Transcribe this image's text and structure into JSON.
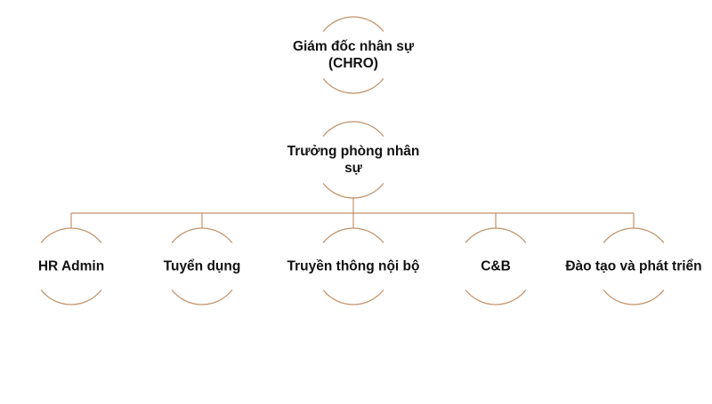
{
  "colors": {
    "line": "#c0926a",
    "text": "#111111"
  },
  "nodes": {
    "chro": {
      "label": "Giám đốc nhân sự (CHRO)",
      "line1": "Giám đốc nhân sự",
      "line2": "(CHRO)"
    },
    "hr_manager": {
      "label": "Trưởng phòng nhân sự",
      "line1": "Trưởng phòng nhân",
      "line2": "sự"
    },
    "children": [
      {
        "label": "HR Admin"
      },
      {
        "label": "Tuyển dụng"
      },
      {
        "label": "Truyền thông nội bộ"
      },
      {
        "label": "C&B"
      },
      {
        "label": "Đào tạo và phát triển"
      }
    ]
  }
}
